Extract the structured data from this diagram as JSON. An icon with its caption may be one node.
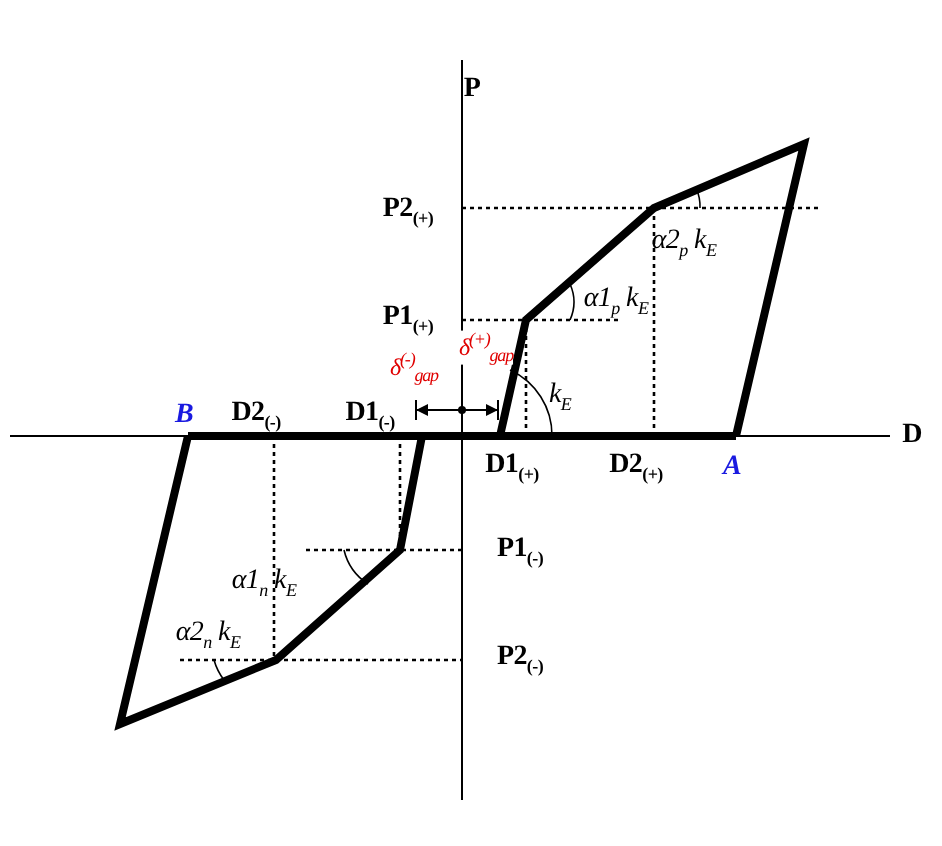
{
  "diagram": {
    "labels": [
      "P",
      "D",
      "P2$_{(+)}$",
      "P1$_{(+)}$",
      "α1$_{p}$ k$_{E}$",
      "α2$_{p}$ k$_{E}$",
      "k$_{E}$",
      "δ$^{(-)}$$_{gap}$",
      "δ$^{(+)}$$_{gap}$",
      "B",
      "D2$_{(-)}$",
      "D1$_{(-)}$",
      "D1$_{(+)}$",
      "D2$_{(+)}$",
      "A",
      "P1$_{(-)}$",
      "P2$_{(-)}$",
      "α1$_{n}$ k$_{E}$",
      "α2$_{n}$ k$_{E}$"
    ]
  }
}
